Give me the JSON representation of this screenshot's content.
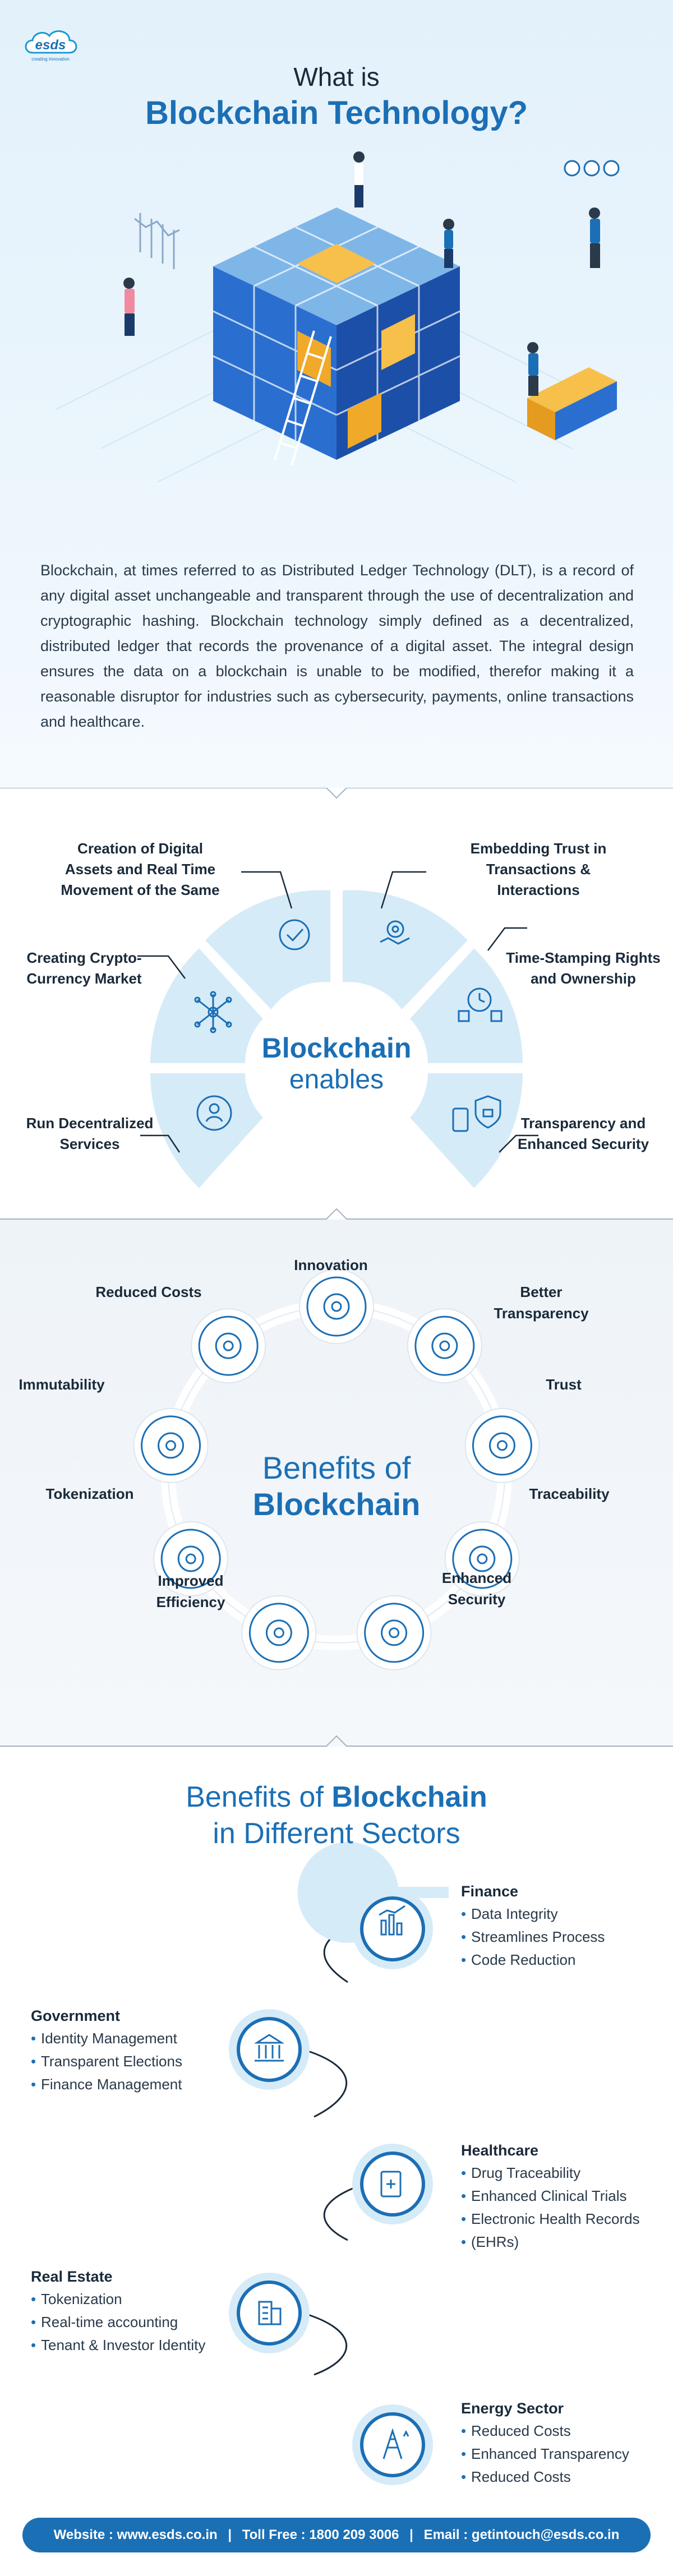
{
  "brand": {
    "logo_text": "esds",
    "logo_tagline": "creating Innovation"
  },
  "hero": {
    "title_line1": "What is",
    "title_line2": "Blockchain Technology?",
    "description": "Blockchain, at times referred to as Distributed Ledger Technology (DLT), is a record of any digital asset unchangeable and transparent through the use of decentralization and cryptographic hashing. Blockchain technology simply defined as a decentralized, distributed ledger that records the provenance of a digital asset. The integral design ensures the data on a blockchain is unable to be modified, therefor making it a reasonable disruptor for industries such as cybersecurity, payments, online transactions and healthcare."
  },
  "enables": {
    "center_line1": "Blockchain",
    "center_line2": "enables",
    "items": [
      {
        "label": "Creation of Digital Assets and Real Time Movement of the Same",
        "icon": "check-circle-icon"
      },
      {
        "label": "Embedding Trust in Transactions & Interactions",
        "icon": "handshake-gear-icon"
      },
      {
        "label": "Time-Stamping Rights and Ownership",
        "icon": "clock-cubes-icon"
      },
      {
        "label": "Transparency and Enhanced Security",
        "icon": "shield-lock-icon"
      },
      {
        "label": "Run Decentralized Services",
        "icon": "decentralized-user-icon"
      },
      {
        "label": "Creating Crypto-Currency Market",
        "icon": "network-node-icon"
      }
    ]
  },
  "benefits": {
    "center_line1": "Benefits of",
    "center_line2": "Blockchain",
    "items": [
      {
        "label": "Innovation",
        "icon": "lightbulb-gear-icon"
      },
      {
        "label": "Better Transparency",
        "icon": "eye-icon"
      },
      {
        "label": "Trust",
        "icon": "handshake-icon"
      },
      {
        "label": "Traceability",
        "icon": "document-search-icon"
      },
      {
        "label": "Enhanced Security",
        "icon": "shield-icon"
      },
      {
        "label": "Improved Efficiency",
        "icon": "chart-gear-icon"
      },
      {
        "label": "Tokenization",
        "icon": "token-icon"
      },
      {
        "label": "Immutability",
        "icon": "blocks-icon"
      },
      {
        "label": "Reduced Costs",
        "icon": "coin-down-icon"
      }
    ]
  },
  "sectors": {
    "title_line1_a": "Benefits of ",
    "title_line1_b": "Blockchain",
    "title_line2": "in Different Sectors",
    "finance": {
      "heading": "Finance",
      "items": [
        "Data Integrity",
        "Streamlines Process",
        "Code Reduction"
      ],
      "icon": "finance-chart-icon"
    },
    "government": {
      "heading": "Government",
      "items": [
        "Identity Management",
        "Transparent Elections",
        "Finance Management"
      ],
      "icon": "government-building-icon"
    },
    "healthcare": {
      "heading": "Healthcare",
      "items": [
        "Drug Traceability",
        "Enhanced Clinical Trials",
        "Electronic Health Records",
        "(EHRs)"
      ],
      "icon": "medical-record-icon"
    },
    "real_estate": {
      "heading": "Real Estate",
      "items": [
        "Tokenization",
        "Real-time accounting",
        "Tenant & Investor Identity"
      ],
      "icon": "real-estate-building-icon"
    },
    "energy": {
      "heading": "Energy Sector",
      "items": [
        "Reduced Costs",
        "Enhanced Transparency",
        "Reduced Costs"
      ],
      "icon": "energy-tower-icon"
    }
  },
  "footer": {
    "website": "Website : www.esds.co.in",
    "toll_free": "Toll Free : 1800 209 3006",
    "email": "Email : getintouch@esds.co.in",
    "separator": "|"
  },
  "colors": {
    "accent": "#1b6fb5",
    "light_blue": "#d6ebf8",
    "dark": "#1a2a3a"
  }
}
